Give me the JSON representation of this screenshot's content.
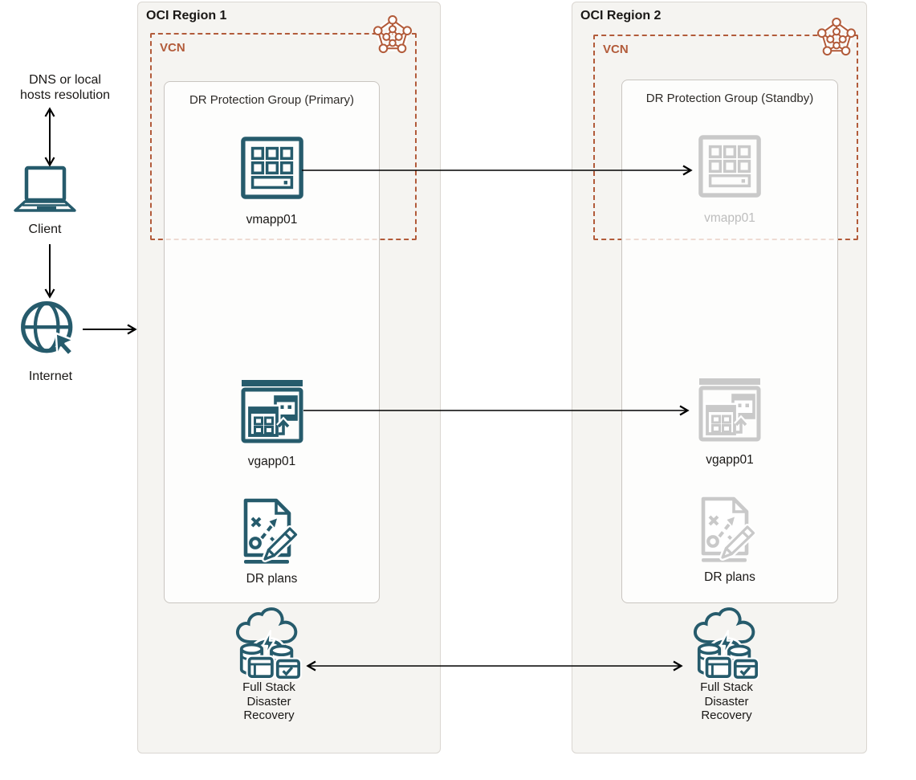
{
  "colors": {
    "teal": "#265b6c",
    "orange": "#b25b3a",
    "gray-icon": "#c9c9c9",
    "gray-label": "#bdbdbd",
    "region-bg": "#f5f4f1",
    "region-border": "#dad6d1",
    "box-border": "#c9c5c0",
    "text": "#1a1816",
    "arrow": "#000000"
  },
  "left_panel": {
    "dns_lines": [
      "DNS or local",
      "hosts resolution"
    ],
    "client_label": "Client",
    "internet_label": "Internet"
  },
  "region1": {
    "title": "OCI Region 1",
    "vcn_label": "VCN",
    "vcn_icon": "vcn-network-icon",
    "protection_group": {
      "title": "DR Protection Group (Primary)",
      "items": [
        {
          "label": "vmapp01",
          "icon": "compute-instance-icon",
          "state": "active"
        },
        {
          "label": "vgapp01",
          "icon": "volume-group-icon",
          "state": "active"
        },
        {
          "label": "DR plans",
          "icon": "dr-plans-icon",
          "state": "active"
        }
      ]
    },
    "fsdr": {
      "icon": "full-stack-dr-icon",
      "label_lines": [
        "Full Stack",
        "Disaster",
        "Recovery"
      ]
    }
  },
  "region2": {
    "title": "OCI Region 2",
    "vcn_label": "VCN",
    "vcn_icon": "vcn-network-icon",
    "protection_group": {
      "title": "DR Protection Group (Standby)",
      "items": [
        {
          "label": "vmapp01",
          "icon": "compute-instance-icon",
          "state": "standby"
        },
        {
          "label": "vgapp01",
          "icon": "volume-group-icon",
          "state": "standby"
        },
        {
          "label": "DR plans",
          "icon": "dr-plans-icon",
          "state": "standby"
        }
      ]
    },
    "fsdr": {
      "icon": "full-stack-dr-icon",
      "label_lines": [
        "Full Stack",
        "Disaster",
        "Recovery"
      ]
    }
  }
}
